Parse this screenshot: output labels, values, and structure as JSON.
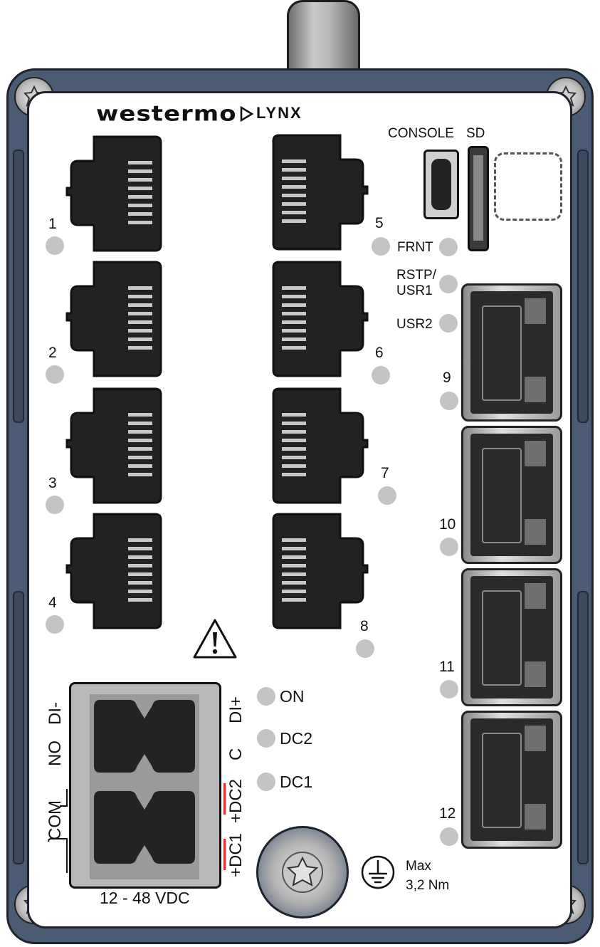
{
  "device": {
    "brand": "westermo",
    "product": "LYNX"
  },
  "top_labels": {
    "console": "CONSOLE",
    "sd": "SD"
  },
  "ports": [
    {
      "num": "1"
    },
    {
      "num": "2"
    },
    {
      "num": "3"
    },
    {
      "num": "4"
    },
    {
      "num": "5"
    },
    {
      "num": "6"
    },
    {
      "num": "7"
    },
    {
      "num": "8"
    }
  ],
  "sfp_ports": [
    {
      "num": "9"
    },
    {
      "num": "10"
    },
    {
      "num": "11"
    },
    {
      "num": "12"
    }
  ],
  "status_leds": {
    "frnt": "FRNT",
    "rstp_line1": "RSTP/",
    "rstp_line2": "USR1",
    "usr2": "USR2"
  },
  "power_leds": {
    "on": "ON",
    "dc2": "DC2",
    "dc1": "DC1"
  },
  "terminal": {
    "left_labels": [
      "DI-",
      "NO",
      "COM"
    ],
    "right_labels": [
      "DI+",
      "C",
      "+DC2",
      "+DC1"
    ],
    "voltage": "12 - 48 VDC"
  },
  "ground": {
    "line1": "Max",
    "line2": "3,2 Nm"
  },
  "colors": {
    "housing": "#4c5b74",
    "led": "#c4c4c4",
    "polarity_mark": "#e03030"
  }
}
